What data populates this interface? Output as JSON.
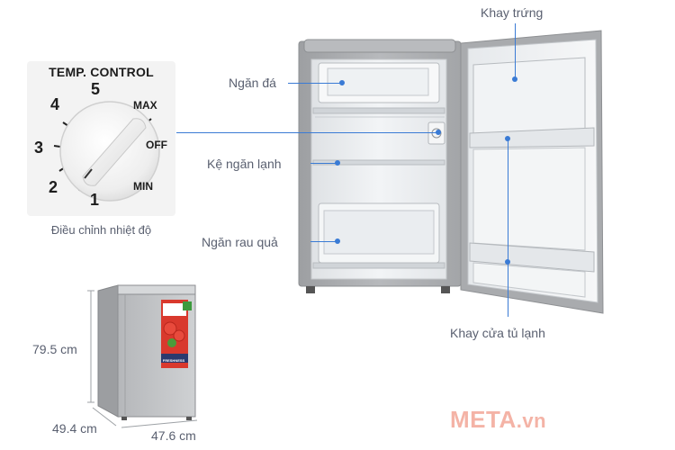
{
  "dial": {
    "title": "TEMP. CONTROL",
    "numbers": [
      "1",
      "2",
      "3",
      "4",
      "5"
    ],
    "max_label": "MAX",
    "off_label": "OFF",
    "min_label": "MIN",
    "caption": "Điều chỉnh nhiệt độ"
  },
  "callouts": {
    "ice_compartment": "Ngăn đá",
    "fridge_shelf": "Kệ ngăn lạnh",
    "crisper": "Ngăn rau quả",
    "egg_tray": "Khay trứng",
    "door_tray": "Khay cửa tủ lạnh"
  },
  "dimensions": {
    "height": "79.5 cm",
    "depth": "49.4 cm",
    "width": "47.6 cm"
  },
  "product_sticker": {
    "label": "FRESHNESS"
  },
  "brand": {
    "name": "META",
    "suffix": ".vn"
  },
  "colors": {
    "callout_line": "#3a7bd5",
    "brand_watermark": "#f4b3a6",
    "fridge_body": "#a9abae"
  }
}
